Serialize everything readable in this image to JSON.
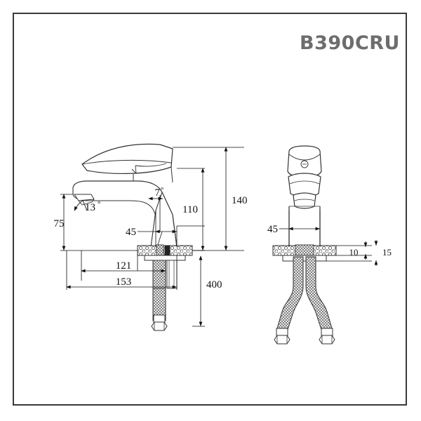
{
  "sheet": {
    "title": "B390CRU",
    "border_color": "#3a3a3a",
    "line_color": "#1a1a1a",
    "title_color": "#6d6d6d",
    "background": "#ffffff"
  },
  "drawing": {
    "type": "technical-drawing",
    "subject": "single-lever basin mixer faucet",
    "views": [
      {
        "name": "side-elevation",
        "position": "left"
      },
      {
        "name": "front-elevation",
        "position": "right"
      }
    ]
  },
  "dimensions": {
    "side_view": [
      {
        "id": "spout-height",
        "label": "75",
        "orientation": "vertical",
        "unit": "mm"
      },
      {
        "id": "spout-angle",
        "label": "13",
        "orientation": "angular",
        "unit": "deg"
      },
      {
        "id": "body-taper-angle",
        "label": "7",
        "orientation": "angular",
        "unit": "deg"
      },
      {
        "id": "body-width",
        "label": "45",
        "orientation": "horizontal",
        "unit": "mm"
      },
      {
        "id": "body-height",
        "label": "110",
        "orientation": "vertical",
        "unit": "mm"
      },
      {
        "id": "overall-height",
        "label": "140",
        "orientation": "vertical",
        "unit": "mm"
      },
      {
        "id": "spout-reach-inner",
        "label": "121",
        "orientation": "horizontal",
        "unit": "mm"
      },
      {
        "id": "spout-reach-overall",
        "label": "153",
        "orientation": "horizontal",
        "unit": "mm"
      },
      {
        "id": "hose-length",
        "label": "400",
        "orientation": "vertical",
        "unit": "mm"
      }
    ],
    "front_view": [
      {
        "id": "body-width-front",
        "label": "45",
        "orientation": "horizontal",
        "unit": "mm"
      },
      {
        "id": "deck-thickness",
        "label": "10",
        "orientation": "vertical",
        "unit": "mm"
      },
      {
        "id": "mount-clearance",
        "label": "15",
        "orientation": "vertical",
        "unit": "mm"
      }
    ]
  },
  "degree_symbol": "°"
}
